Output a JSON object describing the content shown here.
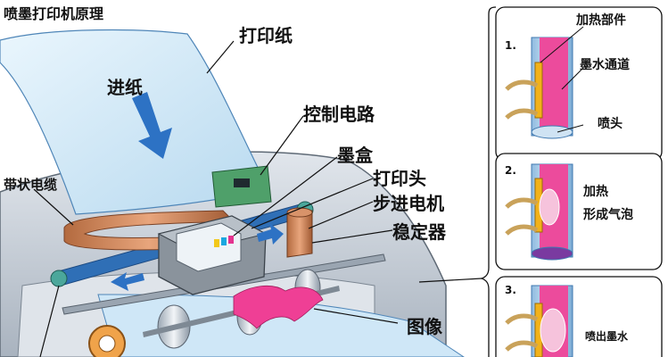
{
  "title": "喷墨打印机原理",
  "labels": {
    "paper": "打印纸",
    "feed": "进纸",
    "control": "控制电路",
    "cartridge": "墨盒",
    "printhead": "打印头",
    "stepper": "步进电机",
    "stabilizer": "稳定器",
    "ribbon": "带状电缆",
    "image": "图像"
  },
  "steps": [
    {
      "num": "1.",
      "labels": [
        "加热部件",
        "墨水通道",
        "喷头"
      ]
    },
    {
      "num": "2.",
      "labels": [
        "加热",
        "形成气泡"
      ]
    },
    {
      "num": "3.",
      "labels": [
        "喷出墨水"
      ]
    }
  ],
  "colors": {
    "paper": "#d7ecf8",
    "ink_channel": "#ec4b9c",
    "heater": "#f2b21a",
    "tube": "#b9d8f0",
    "belt": "#2f6fb6",
    "ribbon_cable": "#c98a6c",
    "housing": "#c8ced6",
    "image_ink": "#ef3f95",
    "arrow": "#2d72c4"
  }
}
